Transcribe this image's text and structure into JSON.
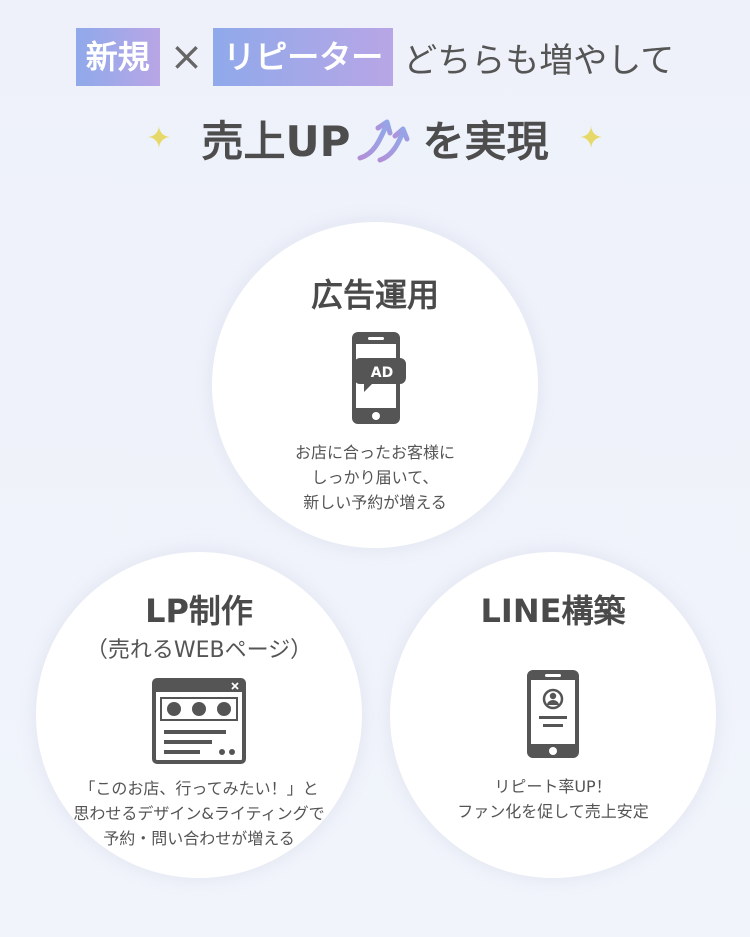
{
  "headline": {
    "tag_new": "新規",
    "cross": "×",
    "tag_repeat": "リピーター",
    "rest": "どちらも増やして"
  },
  "subline": {
    "sparkle": "✦",
    "main": "売上UP",
    "suffix": "を実現"
  },
  "services": [
    {
      "title": "広告運用",
      "icon_label": "AD",
      "desc_lines": [
        "お店に合ったお客様に",
        "しっかり届いて、",
        "新しい予約が増える"
      ]
    },
    {
      "title": "LP制作",
      "subtitle": "（売れるWEBページ）",
      "desc_lines": [
        "「このお店、行ってみたい！」と",
        "思わせるデザイン&ライティングで",
        "予約・問い合わせが増える"
      ]
    },
    {
      "title": "LINE構築",
      "desc_lines": [
        "リピート率UP！",
        "ファン化を促して売上安定"
      ]
    }
  ],
  "colors": {
    "tag_gradient_start": "#8fa9ea",
    "tag_gradient_end": "#b8a6e6",
    "sparkle": "#e6d96a",
    "icon": "#555555"
  }
}
